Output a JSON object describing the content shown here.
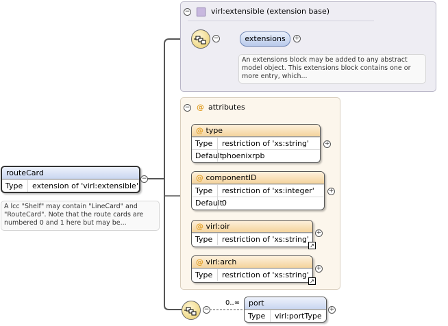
{
  "ext_panel": {
    "title": "virl:extensible (extension base)",
    "pill_label": "extensions",
    "doc": "An extensions block may be added to any abstract model object. This extensions block contains one or more entry, which..."
  },
  "attr_panel": {
    "title": "attributes",
    "items": [
      {
        "name": "type",
        "rows": [
          {
            "key": "Type",
            "value": "restriction of 'xs:string'"
          },
          {
            "key": "Default",
            "value": "phoenixrpb"
          }
        ]
      },
      {
        "name": "componentID",
        "rows": [
          {
            "key": "Type",
            "value": "restriction of 'xs:integer'"
          },
          {
            "key": "Default",
            "value": "0"
          }
        ]
      },
      {
        "name": "virl:oir",
        "rows": [
          {
            "key": "Type",
            "value": "restriction of 'xs:string'"
          }
        ]
      },
      {
        "name": "virl:arch",
        "rows": [
          {
            "key": "Type",
            "value": "restriction of 'xs:string'"
          }
        ]
      }
    ]
  },
  "route_card": {
    "name": "routeCard",
    "type_key": "Type",
    "type_value": "extension of 'virl:extensible'",
    "doc": "A lcc \"Shelf\" may contain \"LineCard\" and \"RouteCard\". Note that the route cards are numbered 0 and 1 here but may be..."
  },
  "port": {
    "name": "port",
    "cardinality": "0..∞",
    "type_key": "Type",
    "type_value": "virl:portType"
  },
  "symbols": {
    "at": "@",
    "minus": "−",
    "plus": "+",
    "card": "↗"
  }
}
